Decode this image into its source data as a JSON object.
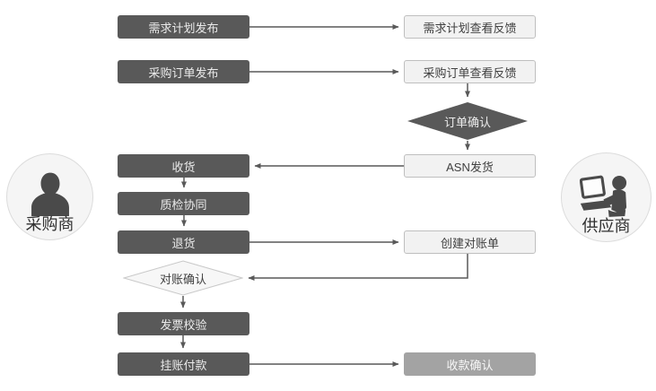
{
  "diagram": {
    "actors": {
      "buyer": {
        "label": "采购商"
      },
      "supplier": {
        "label": "供应商"
      }
    },
    "buyer_steps": [
      {
        "label": "需求计划发布"
      },
      {
        "label": "采购订单发布"
      },
      {
        "label": "收货"
      },
      {
        "label": "质检协同"
      },
      {
        "label": "退货"
      },
      {
        "label": "发票校验"
      },
      {
        "label": "挂账付款"
      }
    ],
    "supplier_steps": [
      {
        "label": "需求计划查看反馈"
      },
      {
        "label": "采购订单查看反馈"
      },
      {
        "label": "ASN发货"
      },
      {
        "label": "创建对账单"
      },
      {
        "label": "收款确认"
      }
    ],
    "decisions": [
      {
        "label": "订单确认"
      },
      {
        "label": "对账确认"
      }
    ],
    "colors": {
      "dark_node": "#595959",
      "dark_node_text": "#ebebeb",
      "light_node_bg": "#f2f2f2",
      "light_node_border": "#bfbfbf",
      "gray_node": "#a3a3a3",
      "decision_light_bg": "#f7f7f7",
      "arrow": "#595959",
      "actor_circle_bg": "#f5f5f5",
      "actor_icon": "#4a4a4a"
    }
  }
}
